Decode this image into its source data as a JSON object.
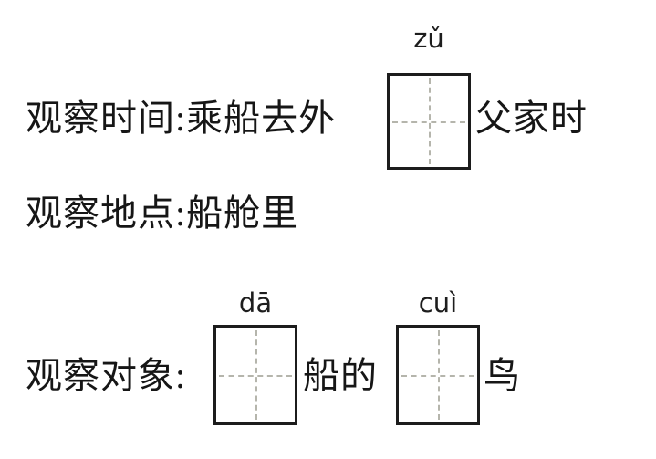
{
  "colors": {
    "ink": "#161616",
    "box_border": "#1c1c1c",
    "guide_line": "#b5b5ac"
  },
  "line1": {
    "before": "观察时间:乘船去外",
    "pinyin": "zǔ",
    "after": "父家时"
  },
  "line2": {
    "text": "观察地点:船舱里"
  },
  "line3": {
    "label": "观察对象:",
    "pinyin1": "dā",
    "between": "船的",
    "pinyin2": "cuì",
    "after": "鸟"
  }
}
